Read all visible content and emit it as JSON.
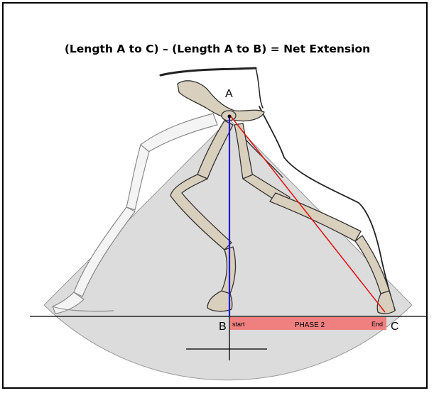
{
  "title": "(Length A to C) – (Length A to B)  =  Net Extension",
  "points": {
    "a": "A",
    "b": "B",
    "c": "C"
  },
  "phase": {
    "start": "start",
    "label": "PHASE 2",
    "end": "End"
  },
  "colors": {
    "arc_fill": "#dcdcdc",
    "vertical_line": "#1a1adc",
    "diagonal_line": "#e01818",
    "phase_bar": "#f08080",
    "bone": "#d9cfbd",
    "ghost_bone": "#eeeeee"
  }
}
